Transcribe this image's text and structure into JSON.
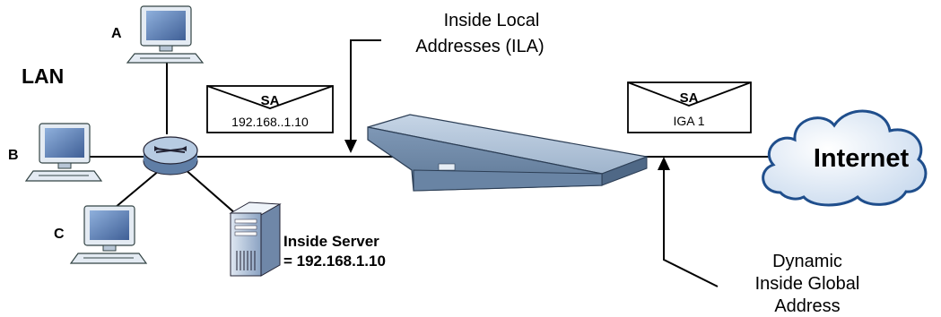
{
  "lan_label": "LAN",
  "hosts": {
    "a": "A",
    "b": "B",
    "c": "C"
  },
  "ila_label": {
    "line1": "Inside Local",
    "line2": "Addresses (ILA)"
  },
  "packet_left": {
    "header": "SA",
    "address": "192.168..1.10"
  },
  "packet_right": {
    "header": "SA",
    "address": "IGA 1"
  },
  "server_label": {
    "line1": "Inside Server",
    "line2": "= 192.168.1.10"
  },
  "internet_label": "Internet",
  "iga_label": {
    "line1": "Dynamic",
    "line2": "Inside Global",
    "line3": "Address"
  },
  "colors": {
    "device_blue": "#a9c0d6",
    "screen_blue": "#6f8ec0",
    "cloud_edge": "#1f4e8c",
    "cloud_fill": "#dbe8f4"
  }
}
